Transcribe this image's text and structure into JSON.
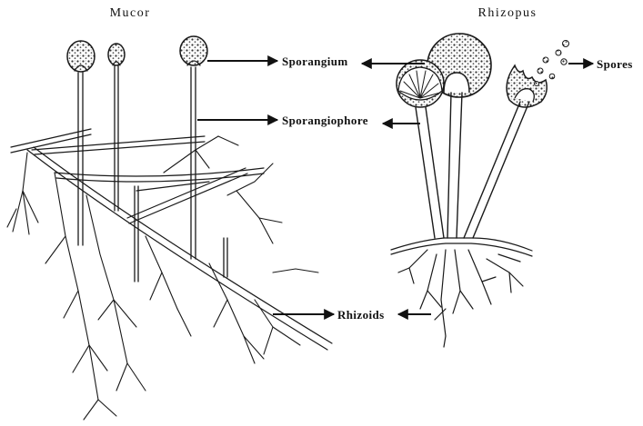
{
  "figure": {
    "panels": [
      {
        "id": "mucor",
        "title": "Mucor"
      },
      {
        "id": "rhizopus",
        "title": "Rhizopus"
      }
    ],
    "labels": {
      "sporangium": "Sporangium",
      "sporangiophore": "Sporangiophore",
      "rhizoids": "Rhizoids",
      "spores": "Spores"
    },
    "colors": {
      "ink": "#1a1a1a",
      "background": "#ffffff"
    }
  }
}
